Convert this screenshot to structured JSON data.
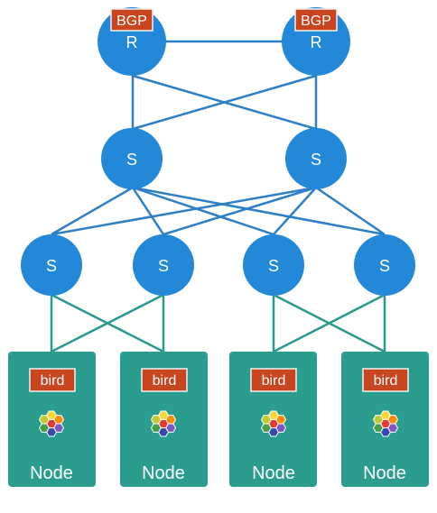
{
  "colors": {
    "router": "#2488d8",
    "link_blue": "#2d7fc7",
    "link_teal": "#2a9a8c",
    "node_box": "#2a9d8f",
    "tag": "#c9451f",
    "tag_border": "#f2f2f2"
  },
  "routers": [
    {
      "label": "R",
      "tag": "BGP"
    },
    {
      "label": "R",
      "tag": "BGP"
    }
  ],
  "spine_switches": [
    {
      "label": "S"
    },
    {
      "label": "S"
    }
  ],
  "leaf_switches": [
    {
      "label": "S"
    },
    {
      "label": "S"
    },
    {
      "label": "S"
    },
    {
      "label": "S"
    }
  ],
  "nodes": [
    {
      "label": "Node",
      "tag": "bird",
      "icon": "hexagon-cluster-icon"
    },
    {
      "label": "Node",
      "tag": "bird",
      "icon": "hexagon-cluster-icon"
    },
    {
      "label": "Node",
      "tag": "bird",
      "icon": "hexagon-cluster-icon"
    },
    {
      "label": "Node",
      "tag": "bird",
      "icon": "hexagon-cluster-icon"
    }
  ]
}
